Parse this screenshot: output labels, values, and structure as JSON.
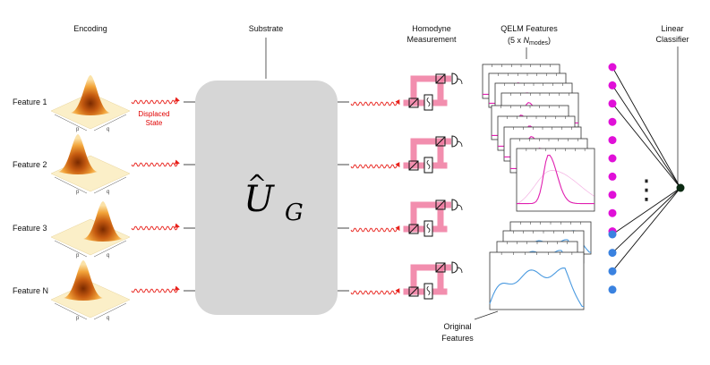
{
  "labels": {
    "encoding": "Encoding",
    "substrate": "Substrate",
    "homodyne_line1": "Homodyne",
    "homodyne_line2": "Measurement",
    "qelm_line1": "QELM Features",
    "qelm_line2_pre": "(5 x ",
    "qelm_line2_var": "N",
    "qelm_line2_sub": "modes",
    "qelm_line2_post": ")",
    "classifier_line1": "Linear",
    "classifier_line2": "Classifier",
    "displaced_line1": "Displaced",
    "displaced_line2": "State",
    "original_line1": "Original",
    "original_line2": "Features",
    "unitary_symbol": "U",
    "unitary_hat": "^",
    "unitary_sub": "G",
    "axis_p": "p",
    "axis_q": "q"
  },
  "features": [
    {
      "label": "Feature 1"
    },
    {
      "label": "Feature 2"
    },
    {
      "label": "Feature 3"
    },
    {
      "label": "Feature N"
    }
  ],
  "colors": {
    "substrate_fill": "#d6d6d6",
    "wave": "#e8201a",
    "beam": "#f07aa0",
    "qelm_curve": "#e020b0",
    "original_curve": "#4a9ae0",
    "magenta_node": "#e010d8",
    "blue_node": "#3a82e0",
    "output_node": "#0b2a12"
  },
  "classifier": {
    "magenta_nodes": 10,
    "blue_nodes": 4,
    "ellipsis": "⋮"
  }
}
